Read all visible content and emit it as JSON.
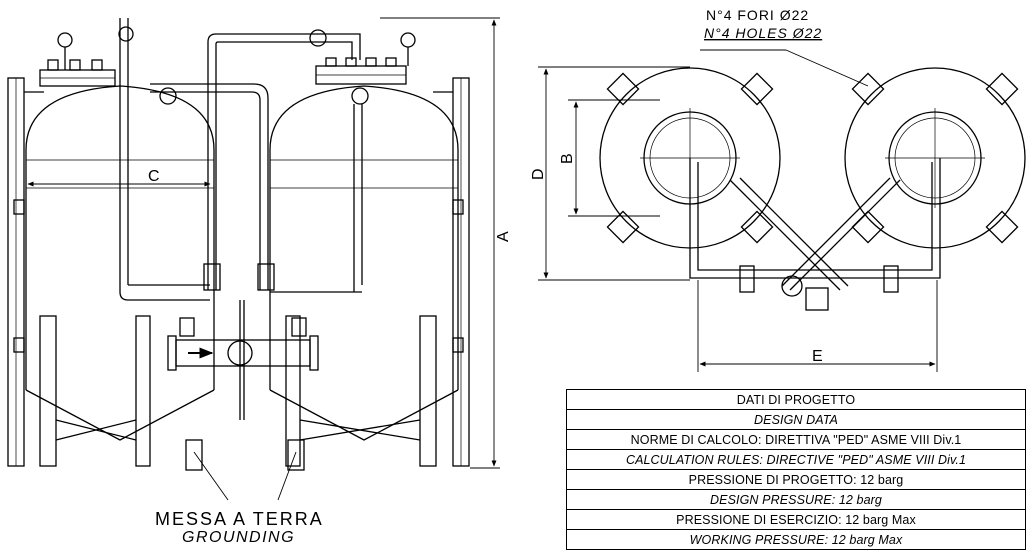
{
  "holes_note": {
    "it": "N°4 FORI Ø22",
    "en": "N°4 HOLES Ø22"
  },
  "grounding_note": {
    "it": "MESSA A TERRA",
    "en": "GROUNDING"
  },
  "dimensions": {
    "a": "A",
    "b": "B",
    "c": "C",
    "d": "D",
    "e": "E"
  },
  "design_table": [
    {
      "text": "DATI DI PROGETTO",
      "italic": false
    },
    {
      "text": "DESIGN DATA",
      "italic": true
    },
    {
      "text": "NORME DI CALCOLO: DIRETTIVA \"PED\" ASME VIII Div.1",
      "italic": false
    },
    {
      "text": "CALCULATION RULES: DIRECTIVE \"PED\" ASME VIII Div.1",
      "italic": true
    },
    {
      "text": "PRESSIONE DI PROGETTO: 12 barg",
      "italic": false
    },
    {
      "text": "DESIGN PRESSURE: 12 barg",
      "italic": true
    },
    {
      "text": "PRESSIONE DI ESERCIZIO: 12 barg Max",
      "italic": false
    },
    {
      "text": "WORKING PRESSURE: 12 barg Max",
      "italic": true
    }
  ]
}
